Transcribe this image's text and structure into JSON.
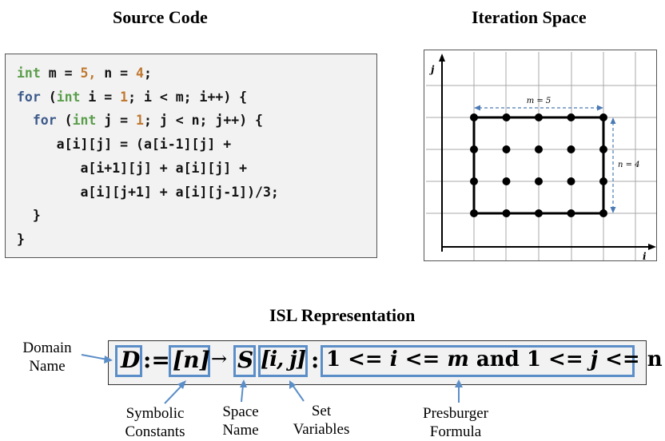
{
  "headings": {
    "source_code": "Source Code",
    "iteration_space": "Iteration Space",
    "isl_representation": "ISL Representation"
  },
  "code_lines": [
    [
      [
        "int",
        "green"
      ],
      [
        " m = ",
        "plain"
      ],
      [
        "5,",
        "orange"
      ],
      [
        " n = ",
        "plain"
      ],
      [
        "4",
        "orange"
      ],
      [
        ";",
        "plain"
      ]
    ],
    [
      [
        "for",
        "blue"
      ],
      [
        " (",
        "plain"
      ],
      [
        "int",
        "green"
      ],
      [
        " i = ",
        "plain"
      ],
      [
        "1",
        "orange"
      ],
      [
        "; i < m; i++) {",
        "plain"
      ]
    ],
    [
      [
        "  ",
        "plain"
      ],
      [
        "for",
        "blue"
      ],
      [
        " (",
        "plain"
      ],
      [
        "int",
        "green"
      ],
      [
        " j = ",
        "plain"
      ],
      [
        "1",
        "orange"
      ],
      [
        "; j < n; j++) {",
        "plain"
      ]
    ],
    [
      [
        "     a[i][j] = (a[i-1][j] +",
        "plain"
      ]
    ],
    [
      [
        "        a[i+1][j] + a[i][j] +",
        "plain"
      ]
    ],
    [
      [
        "        a[i][j+1] + a[i][j-1])/3;",
        "plain"
      ]
    ],
    [
      [
        "  }",
        "plain"
      ]
    ],
    [
      [
        "}",
        "plain"
      ]
    ]
  ],
  "colors": {
    "keyword_green": "#5a9e4b",
    "keyword_blue": "#3c5a8a",
    "number_orange": "#c07830",
    "highlight_box": "#5b8ec8",
    "panel_fill": "#f2f2f2"
  },
  "iteration_space": {
    "y_axis_label": "j",
    "x_axis_label": "i",
    "m_label": "m = 5",
    "n_label": "n = 4",
    "m": 5,
    "n": 4
  },
  "isl": {
    "domain": "D",
    "assign": ":=",
    "symbolic_constants": "[n]",
    "arrow": "→",
    "space_name": "S",
    "set_variables": "[i, j]",
    "colon": ":",
    "formula": {
      "p1": "1 <= ",
      "v1": "i",
      "p2": " <= ",
      "v2": "m",
      "p3": " and 1 <= ",
      "v3": "j",
      "p4": " <= n"
    }
  },
  "labels": {
    "domain_name": [
      "Domain",
      "Name"
    ],
    "symbolic_constants": [
      "Symbolic",
      "Constants"
    ],
    "space_name": [
      "Space",
      "Name"
    ],
    "set_variables": [
      "Set",
      "Variables"
    ],
    "presburger_formula": [
      "Presburger",
      "Formula"
    ]
  }
}
